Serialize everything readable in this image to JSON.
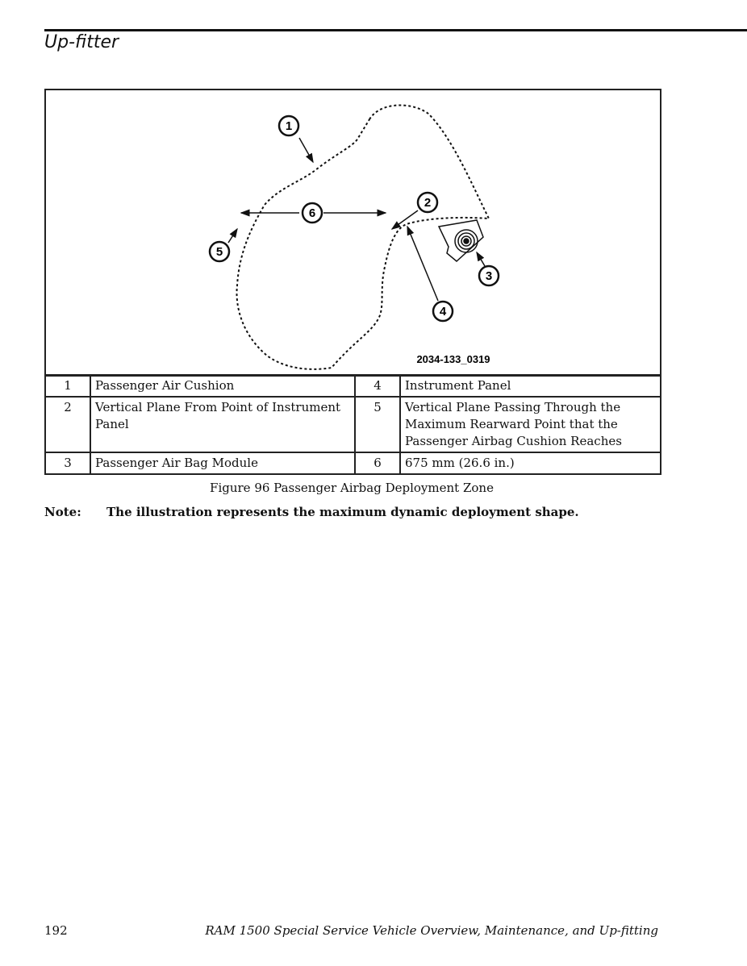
{
  "header": {
    "title": "Up-fitter"
  },
  "figure": {
    "image_id_label": "2034-133_0319",
    "callouts": [
      "1",
      "2",
      "3",
      "4",
      "5",
      "6"
    ],
    "legend": [
      {
        "num": "1",
        "text": "Passenger Air Cushion",
        "num2": "4",
        "text2": "Instrument Panel"
      },
      {
        "num": "2",
        "text": "Vertical Plane From Point of Instrument Panel",
        "num2": "5",
        "text2": "Vertical Plane Passing Through the Maximum Rearward Point that the Passenger Airbag Cushion Reaches"
      },
      {
        "num": "3",
        "text": "Passenger Air Bag Module",
        "num2": "6",
        "text2": "675 mm (26.6 in.)"
      }
    ],
    "caption": "Figure 96  Passenger Airbag Deployment Zone"
  },
  "note": {
    "label": "Note:",
    "text": "The illustration represents the maximum dynamic deployment shape."
  },
  "footer": {
    "page_number": "192",
    "title": "RAM 1500 Special Service Vehicle Overview, Maintenance, and Up-fitting"
  }
}
